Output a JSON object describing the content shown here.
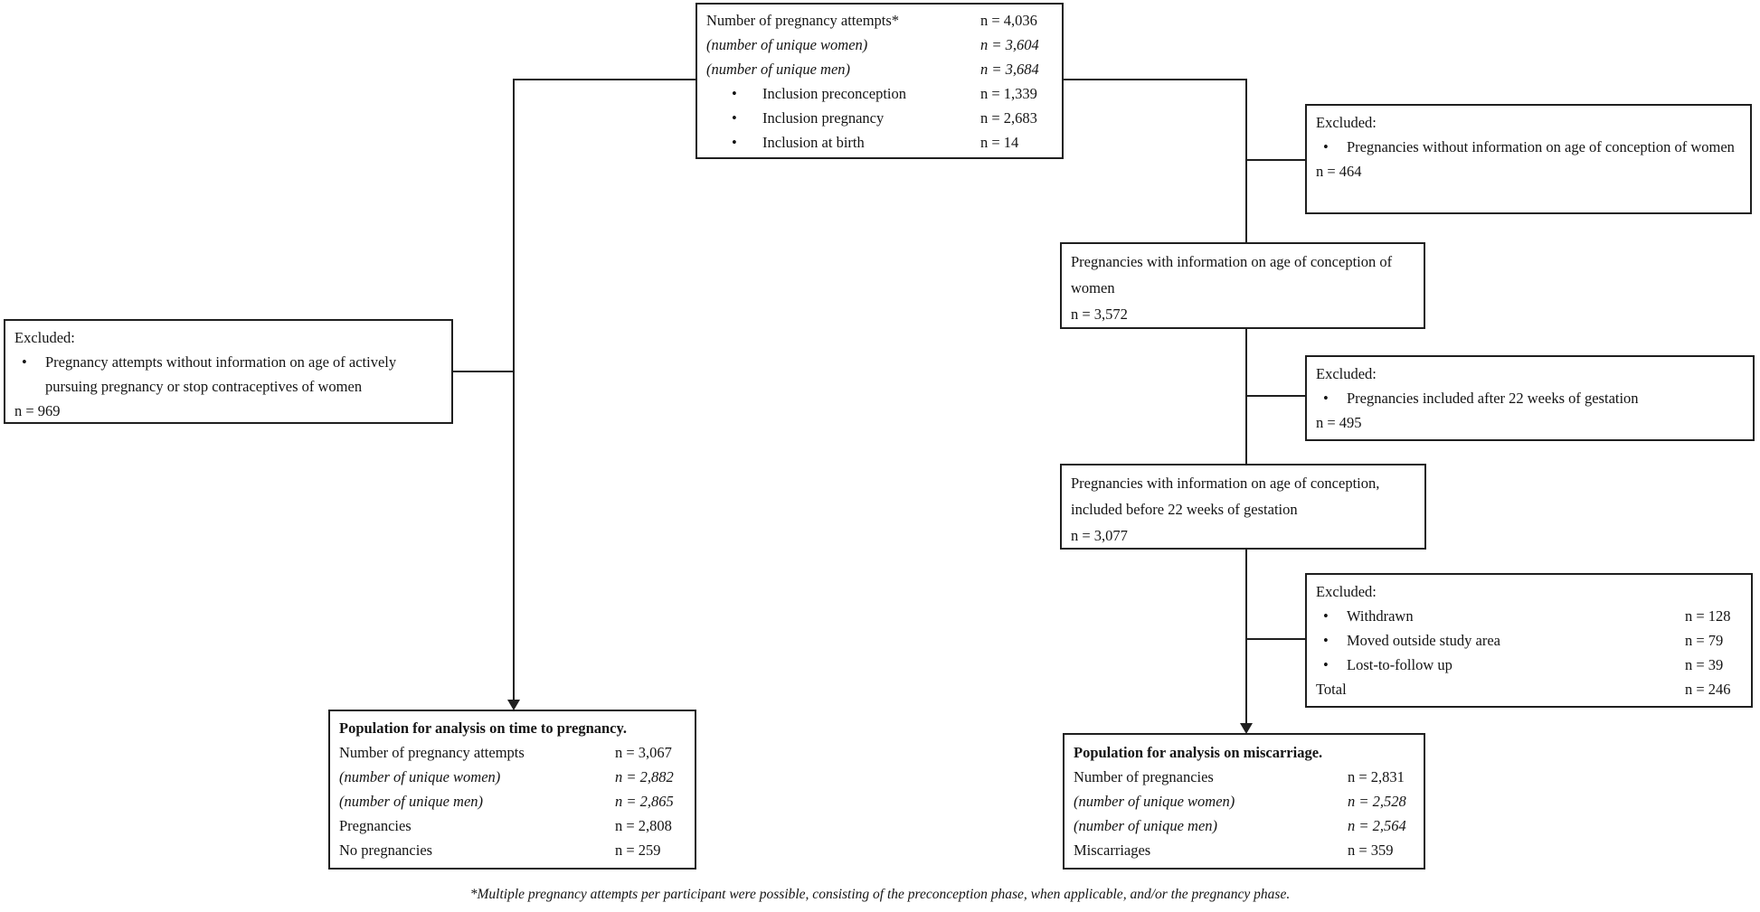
{
  "colors": {
    "line": "#1f1f1f",
    "text": "#141414",
    "background": "#ffffff"
  },
  "glyphs": {
    "bullet": "•"
  },
  "boxes": {
    "attempts": {
      "rows": [
        {
          "label": "Number of pregnancy attempts*",
          "value": "n = 4,036"
        },
        {
          "label": "(number of unique women)",
          "value": "n = 3,604"
        },
        {
          "label": "(number of unique men)",
          "value": "n = 3,684"
        },
        {
          "label": "Inclusion preconception",
          "value": "n = 1,339"
        },
        {
          "label": "Inclusion pregnancy",
          "value": "n = 2,683"
        },
        {
          "label": "Inclusion at birth",
          "value": "n = 14"
        }
      ]
    },
    "excluded_age_conception": {
      "title": "Excluded:",
      "bullet_text": "Pregnancies without information on age of conception of women",
      "n": "n = 464"
    },
    "preg_with_info": {
      "text": "Pregnancies with information on age of conception of women",
      "n": "n = 3,572"
    },
    "excluded_gestation": {
      "title": "Excluded:",
      "bullet_text": "Pregnancies included after 22 weeks of gestation",
      "n": "n = 495"
    },
    "preg_before_22": {
      "text": "Pregnancies with information on age of conception, included before 22 weeks of gestation",
      "n": "n = 3,077"
    },
    "excluded_followup": {
      "title": "Excluded:",
      "rows": [
        {
          "label": "Withdrawn",
          "value": "n = 128"
        },
        {
          "label": "Moved outside study area",
          "value": "n = 79"
        },
        {
          "label": "Lost-to-follow up",
          "value": "n = 39"
        },
        {
          "label": "Total",
          "value": "n = 246"
        }
      ]
    },
    "excluded_attempts": {
      "title": "Excluded:",
      "bullet_text": "Pregnancy attempts without information on age of actively pursuing pregnancy or stop contraceptives of women",
      "n": "n = 969"
    },
    "ttp": {
      "title": "Population for analysis on time to pregnancy.",
      "rows": [
        {
          "label": "Number of pregnancy attempts",
          "value": "n = 3,067"
        },
        {
          "label": "(number of unique women)",
          "value": "n = 2,882"
        },
        {
          "label": "(number of unique men)",
          "value": "n = 2,865"
        },
        {
          "label": "Pregnancies",
          "value": "n = 2,808"
        },
        {
          "label": "No pregnancies",
          "value": "n = 259"
        }
      ]
    },
    "miscarriage": {
      "title": "Population for analysis on miscarriage.",
      "rows": [
        {
          "label": "Number of pregnancies",
          "value": "n = 2,831"
        },
        {
          "label": "(number of unique women)",
          "value": "n = 2,528"
        },
        {
          "label": "(number of unique men)",
          "value": "n = 2,564"
        },
        {
          "label": "Miscarriages",
          "value": "n = 359"
        }
      ]
    }
  },
  "footnote": "*Multiple pregnancy attempts per participant were possible, consisting of the preconception phase, when applicable, and/or the pregnancy phase."
}
